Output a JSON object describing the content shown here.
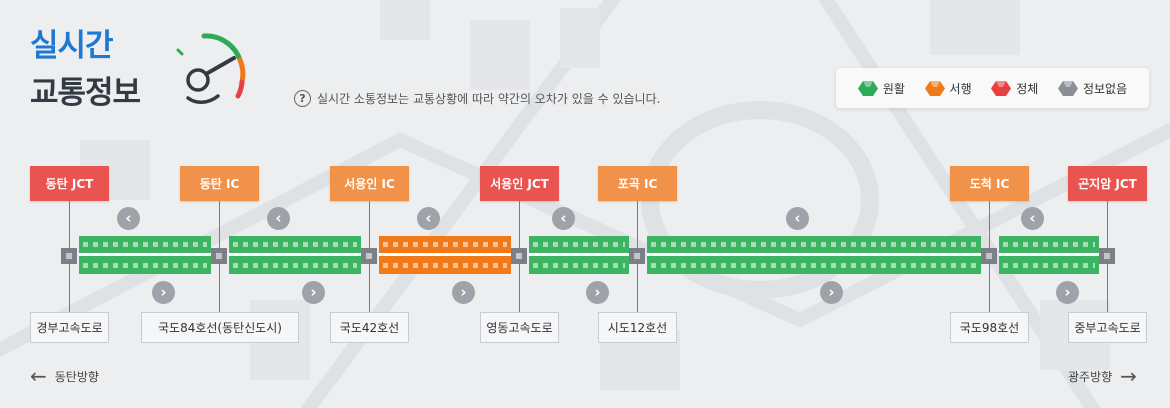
{
  "header": {
    "title_line1": "실시간",
    "title_line2": "교통정보",
    "notice_icon": "?",
    "notice": "실시간 소통정보는 교통상황에 따라 약간의 오차가 있을 수 있습니다."
  },
  "legend": {
    "items": [
      {
        "label": "원활",
        "color": "#2eaa58"
      },
      {
        "label": "서행",
        "color": "#f07a1a"
      },
      {
        "label": "정체",
        "color": "#e84040"
      },
      {
        "label": "정보없음",
        "color": "#8a8f95"
      }
    ]
  },
  "interchanges": [
    {
      "name": "동탄 JCT",
      "type": "JCT",
      "color": "#ea5450"
    },
    {
      "name": "동탄 IC",
      "type": "IC",
      "color": "#f1924a"
    },
    {
      "name": "서용인 IC",
      "type": "IC",
      "color": "#f1924a"
    },
    {
      "name": "서용인 JCT",
      "type": "JCT",
      "color": "#ea5450"
    },
    {
      "name": "포곡 IC",
      "type": "IC",
      "color": "#f1924a"
    },
    {
      "name": "도척 IC",
      "type": "IC",
      "color": "#f1924a"
    },
    {
      "name": "곤지암 JCT",
      "type": "JCT",
      "color": "#ea5450"
    }
  ],
  "connected_roads": [
    "경부고속도로",
    "국도84호선(동탄신도시)",
    "국도42호선",
    "영동고속도로",
    "시도12호선",
    "국도98호선",
    "중부고속도로"
  ],
  "segments": [
    {
      "status": "원활",
      "color": "#3cb462"
    },
    {
      "status": "원활",
      "color": "#3cb462"
    },
    {
      "status": "서행",
      "color": "#f07a1a"
    },
    {
      "status": "원활",
      "color": "#3cb462"
    },
    {
      "status": "원활",
      "color": "#3cb462"
    },
    {
      "status": "원활",
      "color": "#3cb462"
    }
  ],
  "directions": {
    "left": "동탄방향",
    "right": "광주방향",
    "left_arrow": "←",
    "right_arrow": "→",
    "left_chevron": "‹",
    "right_chevron": "›"
  },
  "icons": {
    "gauge": "speedometer-icon",
    "arrow_left": "chevron-left-icon",
    "arrow_right": "chevron-right-icon"
  }
}
